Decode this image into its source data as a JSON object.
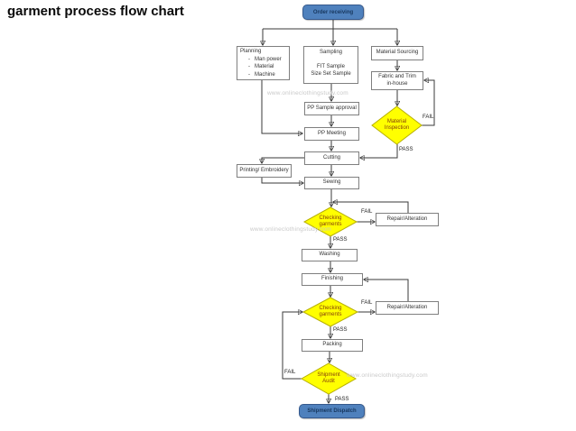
{
  "page_title": "garment process flow chart",
  "watermark_text": "www.onlineclothingstudy.com",
  "flowchart": {
    "nodes": {
      "order_receiving": "Order receiving",
      "planning_title": "Planning",
      "planning_bullet": "-",
      "planning_items": [
        "Man power",
        "Material",
        "Machine"
      ],
      "sampling_title": "Sampling",
      "sampling_lines": [
        "FIT Sample",
        "Size Set Sample"
      ],
      "material_sourcing": "Material Sourcing",
      "fabric_trim": "Fabric and Trim in-house",
      "pp_sample_approval": "PP Sample approval",
      "pp_meeting": "PP Meeting",
      "material_inspection": "Material Inspection",
      "cutting": "Cutting",
      "printing_embroidery": "Printing/ Embroidery",
      "sewing": "Sewing",
      "checking_garments_1": "Checking garments",
      "repair_alteration_1": "Repair/Alteration",
      "washing": "Washing",
      "finishing": "Finishing",
      "checking_garments_2": "Checking garments",
      "repair_alteration_2": "Repair/Alteration",
      "packing": "Packing",
      "shipment_audit": "Shipment Audit",
      "shipment_dispatch": "Shipment Dispatch"
    },
    "edge_labels": {
      "fail": "FAIL",
      "pass": "PASS"
    },
    "colors": {
      "terminal_fill": "#4f81bd",
      "terminal_border": "#36598c",
      "terminal_text": "#17375e",
      "decision_fill": "#ffff00",
      "decision_border": "#b8b000",
      "decision_text": "#843c0c",
      "process_fill": "#ffffff",
      "process_border": "#7f7f7f",
      "process_text": "#333333",
      "connector": "#3a3a3a",
      "watermark": "#c9c9c9"
    }
  }
}
